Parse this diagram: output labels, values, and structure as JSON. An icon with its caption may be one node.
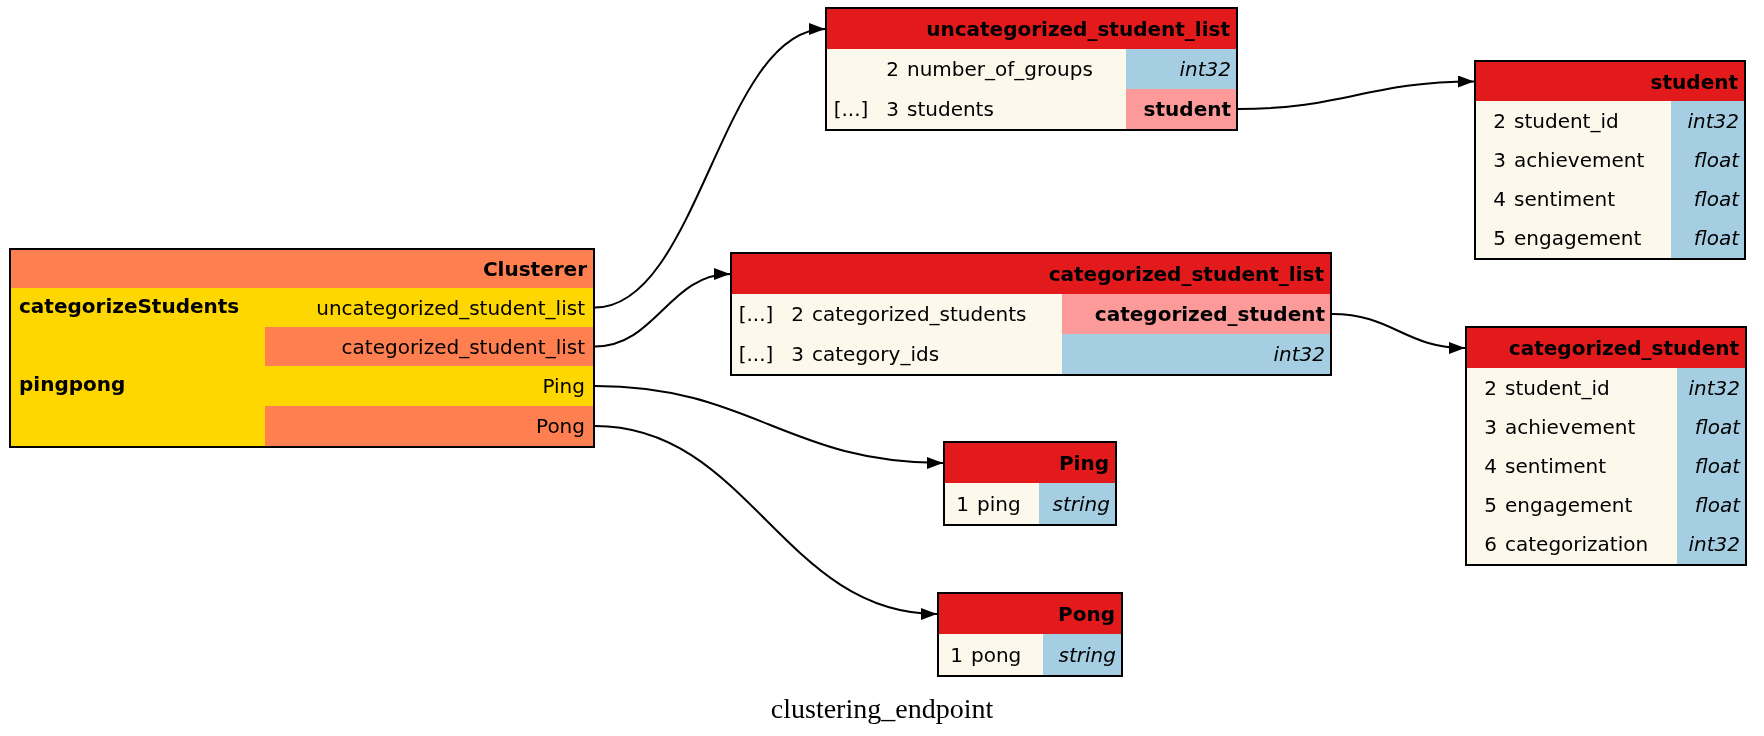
{
  "diagram": {
    "caption": "clustering_endpoint",
    "nodes": [
      {
        "text": [
          "Clusterer"
        ]
      },
      {
        "text": [
          "categorizeStudents"
        ],
        "in": 0
      },
      {
        "text": [
          "uncategorized_student_list"
        ],
        "in": 0
      },
      {
        "text": [
          "categorized_student_list"
        ],
        "in": 0
      },
      {
        "text": [
          "pingpong"
        ],
        "in": 0
      },
      {
        "text": [
          "Ping"
        ],
        "in": 0
      },
      {
        "text": [
          "Pong"
        ],
        "in": 0
      },
      {
        "text": [
          "uncategorized_student_list"
        ]
      },
      {
        "text": [
          "2"
        ],
        "in": 7
      },
      {
        "text": [
          "number_of_groups"
        ],
        "in": 7
      },
      {
        "text": [
          "int32"
        ],
        "in": 7
      },
      {
        "text": [
          "[...]"
        ],
        "in": 7
      },
      {
        "text": [
          "3"
        ],
        "in": 7
      },
      {
        "text": [
          "students"
        ],
        "in": 7
      },
      {
        "text": [
          "student"
        ],
        "in": 7
      },
      {
        "text": [
          "student"
        ]
      },
      {
        "text": [
          "2"
        ],
        "in": 15
      },
      {
        "text": [
          "student_id"
        ],
        "in": 15
      },
      {
        "text": [
          "int32"
        ],
        "in": 15
      },
      {
        "text": [
          "3"
        ],
        "in": 15
      },
      {
        "text": [
          "achievement"
        ],
        "in": 15
      },
      {
        "text": [
          "float"
        ],
        "in": 15
      },
      {
        "text": [
          "4"
        ],
        "in": 15
      },
      {
        "text": [
          "sentiment"
        ],
        "in": 15
      },
      {
        "text": [
          "float"
        ],
        "in": 15
      },
      {
        "text": [
          "5"
        ],
        "in": 15
      },
      {
        "text": [
          "engagement"
        ],
        "in": 15
      },
      {
        "text": [
          "float"
        ],
        "in": 15
      },
      {
        "text": [
          "categorized_student_list"
        ]
      },
      {
        "text": [
          "[...]"
        ],
        "in": 28
      },
      {
        "text": [
          "2"
        ],
        "in": 28
      },
      {
        "text": [
          "categorized_students"
        ],
        "in": 28
      },
      {
        "text": [
          "categorized_student"
        ],
        "in": 28
      },
      {
        "text": [
          "[...]"
        ],
        "in": 28
      },
      {
        "text": [
          "3"
        ],
        "in": 28
      },
      {
        "text": [
          "category_ids"
        ],
        "in": 28
      },
      {
        "text": [
          "int32"
        ],
        "in": 28
      },
      {
        "text": [
          "categorized_student"
        ]
      },
      {
        "text": [
          "2"
        ],
        "in": 37
      },
      {
        "text": [
          "student_id"
        ],
        "in": 37
      },
      {
        "text": [
          "int32"
        ],
        "in": 37
      },
      {
        "text": [
          "3"
        ],
        "in": 37
      },
      {
        "text": [
          "achievement"
        ],
        "in": 37
      },
      {
        "text": [
          "float"
        ],
        "in": 37
      },
      {
        "text": [
          "4"
        ],
        "in": 37
      },
      {
        "text": [
          "sentiment"
        ],
        "in": 37
      },
      {
        "text": [
          "float"
        ],
        "in": 37
      },
      {
        "text": [
          "5"
        ],
        "in": 37
      },
      {
        "text": [
          "engagement"
        ],
        "in": 37
      },
      {
        "text": [
          "float"
        ],
        "in": 37
      },
      {
        "text": [
          "6"
        ],
        "in": 37
      },
      {
        "text": [
          "categorization"
        ],
        "in": 37
      },
      {
        "text": [
          "int32"
        ],
        "in": 37
      },
      {
        "text": [
          "Ping"
        ]
      },
      {
        "text": [
          "1"
        ],
        "in": 53
      },
      {
        "text": [
          "ping"
        ],
        "in": 53
      },
      {
        "text": [
          "string"
        ],
        "in": 53
      },
      {
        "text": [
          "Pong"
        ]
      },
      {
        "text": [
          "1"
        ],
        "in": 57
      },
      {
        "text": [
          "pong"
        ],
        "in": 57
      },
      {
        "text": [
          "string"
        ],
        "in": 57
      }
    ],
    "edges": [
      {
        "from": 2,
        "to": 7,
        "arrow": "to"
      },
      {
        "from": 3,
        "to": 28,
        "arrow": "to"
      },
      {
        "from": 5,
        "to": 53,
        "arrow": "to"
      },
      {
        "from": 6,
        "to": 57,
        "arrow": "to"
      },
      {
        "from": 14,
        "to": 15,
        "arrow": "to"
      },
      {
        "from": 32,
        "to": 37,
        "arrow": "to"
      }
    ]
  }
}
